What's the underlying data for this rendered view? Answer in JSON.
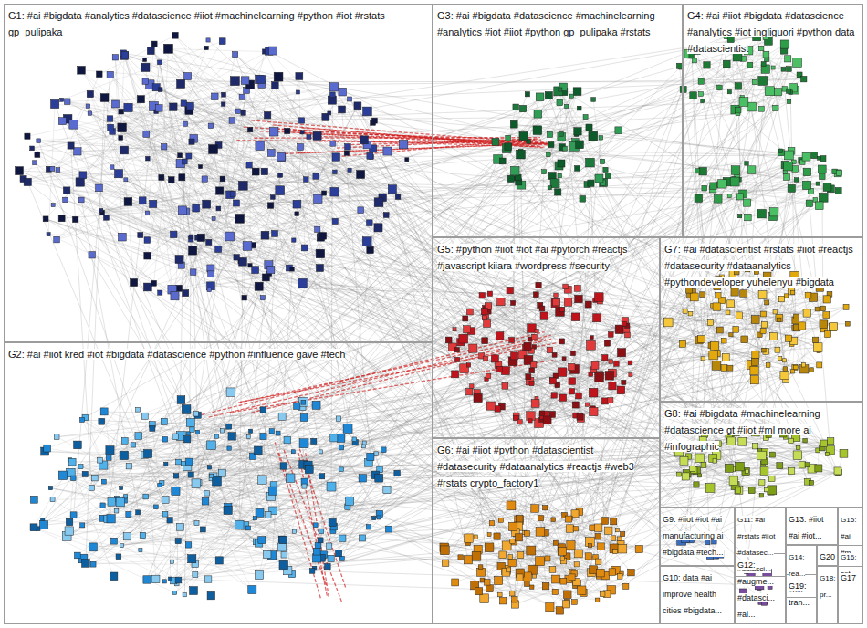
{
  "diagram": {
    "nodes": [
      {
        "text": [
          "G1: #ai #bigdata #analytics #datascience #iiot #machinelearning #python #iot #rstats gp_pulipaka"
        ]
      },
      {
        "text": [
          "G2: #ai #iiot kred #iot #bigdata #datascience #python #influence gave #tech"
        ]
      },
      {
        "text": [
          "G3: #ai #bigdata #datascience #machinelearning #analytics #iot #iiot #python gp_pulipaka #rstats"
        ]
      },
      {
        "text": [
          "G4: #ai #iiot #bigdata #datascience #analytics #iot ingliguori #python data #datascientist"
        ]
      },
      {
        "text": [
          "G5: #python #iiot #iot #ai #pytorch #reactjs #javascript kiiara #wordpress #security"
        ]
      },
      {
        "text": [
          "G6: #ai #iiot #python #datascientist #datasecurity #dataanalytics #reactjs #web3 #rstats crypto_factory1"
        ]
      },
      {
        "text": [
          "G7: #ai #datascientist #rstats #iiot #reactjs #datasecurity #dataanalytics #pythondeveloper yuhelenyu #bigdata"
        ]
      },
      {
        "text": [
          "G8: #ai #bigdata #machinelearning #datascience gt #iiot #ml more ai #infographic"
        ]
      },
      {
        "text": [
          "G9: #iiot #iot #ai manufacturing ai #bigdata #tech..."
        ]
      },
      {
        "text": [
          "G10: data #ai improve health cities #bigdata..."
        ]
      },
      {
        "text": [
          "G11: #ai #rstats #iiot #datasec... #datasci..."
        ]
      },
      {
        "text": [
          "G12: #augme... #datasci... #ai..."
        ]
      },
      {
        "text": [
          "G13: #iiot #ai #iot..."
        ]
      },
      {
        "text": [
          "G15: #ai #m..."
        ]
      },
      {
        "text": [
          "G14: rea... #h..."
        ]
      },
      {
        "text": [
          "G20"
        ]
      },
      {
        "text": [
          "G16: set..."
        ]
      },
      {
        "text": [
          "G19: tran..."
        ]
      },
      {
        "text": [
          "G18: pr..."
        ]
      },
      {
        "text": [
          "G17"
        ]
      }
    ]
  }
}
